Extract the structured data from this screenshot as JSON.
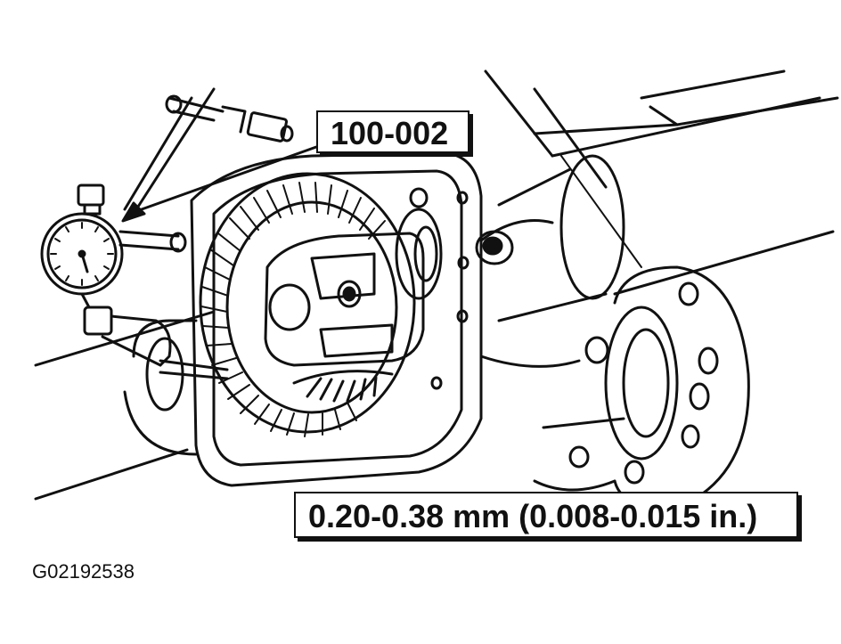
{
  "callouts": {
    "tool_number": "100-002",
    "backlash_spec": "0.20-0.38 mm (0.008-0.015 in.)"
  },
  "figure_id": "G02192538",
  "colors": {
    "ink": "#111111",
    "background": "#ffffff"
  }
}
